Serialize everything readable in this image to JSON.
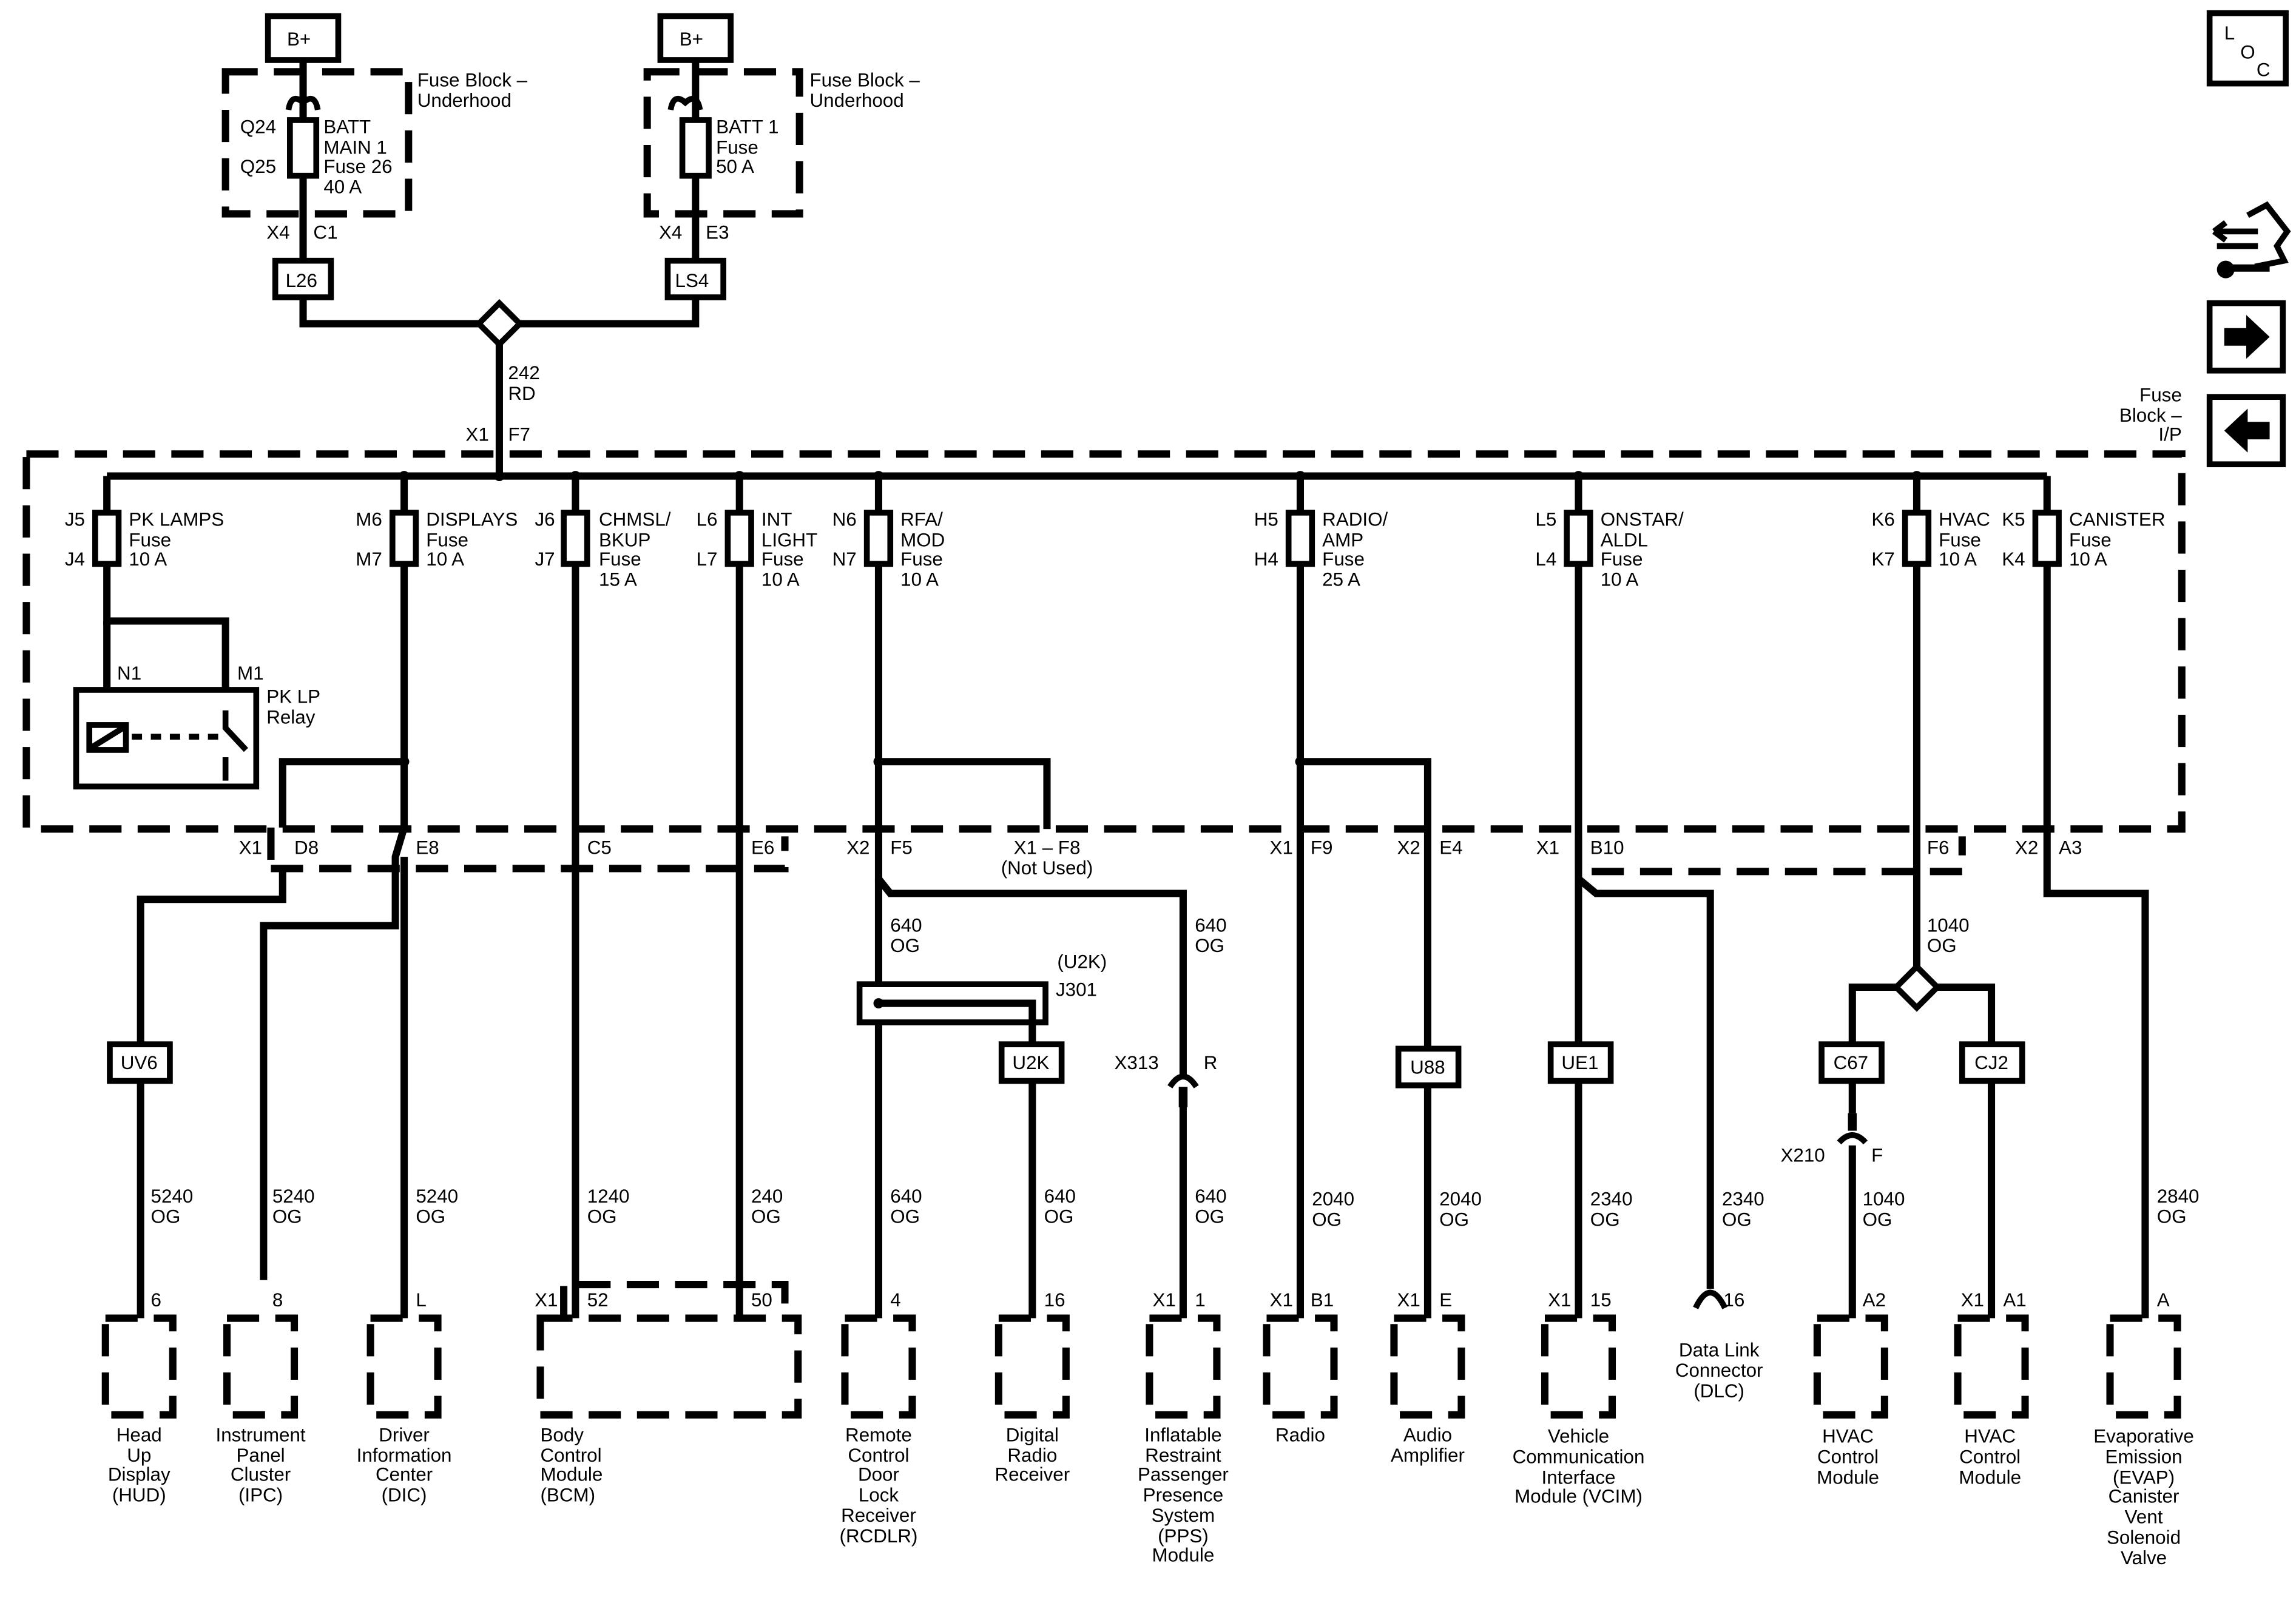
{
  "battery": {
    "label": "B+"
  },
  "fuse_block_underhood": {
    "label": [
      "Fuse Block –",
      "Underhood"
    ]
  },
  "fuse_block_ip": {
    "label": [
      "Fuse",
      "Block –",
      "I/P"
    ]
  },
  "top_fuses": [
    {
      "id": "main",
      "pins": [
        "Q24",
        "Q25"
      ],
      "label": [
        "BATT",
        "MAIN 1",
        "Fuse 26",
        "40 A"
      ],
      "conn": [
        "X4",
        "C1"
      ],
      "splice": "L26"
    },
    {
      "id": "batt1",
      "pins": [],
      "label": [
        "BATT 1",
        "Fuse",
        "50 A"
      ],
      "conn": [
        "X4",
        "E3"
      ],
      "splice": "LS4"
    }
  ],
  "feed": {
    "circuit": [
      "242",
      "RD"
    ],
    "conn": [
      "X1",
      "F7"
    ]
  },
  "ip_fuses": [
    {
      "pins": [
        "J5",
        "J4"
      ],
      "label": [
        "PK LAMPS",
        "Fuse",
        "10 A"
      ]
    },
    {
      "pins": [
        "M6",
        "M7"
      ],
      "label": [
        "DISPLAYS",
        "Fuse",
        "10 A"
      ]
    },
    {
      "pins": [
        "J6",
        "J7"
      ],
      "label": [
        "CHMSL/",
        "BKUP",
        "Fuse",
        "15 A"
      ]
    },
    {
      "pins": [
        "L6",
        "L7"
      ],
      "label": [
        "INT",
        "LIGHT",
        "Fuse",
        "10 A"
      ]
    },
    {
      "pins": [
        "N6",
        "N7"
      ],
      "label": [
        "RFA/",
        "MOD",
        "Fuse",
        "10 A"
      ]
    },
    {
      "pins": [
        "H5",
        "H4"
      ],
      "label": [
        "RADIO/",
        "AMP",
        "Fuse",
        "25 A"
      ]
    },
    {
      "pins": [
        "L5",
        "L4"
      ],
      "label": [
        "ONSTAR/",
        "ALDL",
        "Fuse",
        "10 A"
      ]
    },
    {
      "pins": [
        "K6",
        "K7"
      ],
      "label": [
        "HVAC",
        "Fuse",
        "10 A"
      ]
    },
    {
      "pins": [
        "K5",
        "K4"
      ],
      "label": [
        "CANISTER",
        "Fuse",
        "10 A"
      ]
    }
  ],
  "relay": {
    "pins": [
      "N1",
      "M1"
    ],
    "label": [
      "PK LP",
      "Relay"
    ]
  },
  "bottom_pins": [
    {
      "left": "X1",
      "right": "D8"
    },
    {
      "left": "",
      "right": "E8"
    },
    {
      "left": "",
      "right": "C5"
    },
    {
      "left": "",
      "right": "E6"
    },
    {
      "left": "X2",
      "right": "F5"
    },
    {
      "left": "",
      "right": "X1 – F8"
    },
    {
      "left": "X1",
      "right": "F9"
    },
    {
      "left": "X2",
      "right": "E4"
    },
    {
      "left": "X1",
      "right": "B10"
    },
    {
      "left": "",
      "right": "F6"
    },
    {
      "left": "X2",
      "right": "A3"
    }
  ],
  "not_used": "(Not Used)",
  "mid_circuits": [
    {
      "id": "rfa",
      "text": [
        "640",
        "OG"
      ]
    },
    {
      "id": "rfa2",
      "text": [
        "640",
        "OG"
      ]
    },
    {
      "id": "hvac",
      "text": [
        "1040",
        "OG"
      ]
    }
  ],
  "j301": {
    "label": "J301",
    "note": "(U2K)"
  },
  "x313": {
    "conn": "X313",
    "pin": "R"
  },
  "x210": {
    "conn": "X210",
    "pin": "F"
  },
  "options": [
    "UV6",
    "U2K",
    "U88",
    "UE1",
    "C67",
    "CJ2"
  ],
  "wires": [
    {
      "circuit": [
        "5240",
        "OG"
      ],
      "pin_left": "",
      "pin_right": "6",
      "device": [
        "Head",
        "Up",
        "Display",
        "(HUD)"
      ]
    },
    {
      "circuit": [
        "5240",
        "OG"
      ],
      "pin_left": "",
      "pin_right": "8",
      "device": [
        "Instrument",
        "Panel",
        "Cluster",
        "(IPC)"
      ]
    },
    {
      "circuit": [
        "5240",
        "OG"
      ],
      "pin_left": "",
      "pin_right": "L",
      "device": [
        "Driver",
        "Information",
        "Center",
        "(DIC)"
      ]
    },
    {
      "circuit": [
        "1240",
        "OG"
      ],
      "pin_left": "X1",
      "pin_right": "52",
      "device": [
        "Body",
        "Control",
        "Module",
        "(BCM)"
      ]
    },
    {
      "circuit": [
        "240",
        "OG"
      ],
      "pin_left": "",
      "pin_right": "50",
      "device": []
    },
    {
      "circuit": [
        "640",
        "OG"
      ],
      "pin_left": "",
      "pin_right": "4",
      "device": [
        "Remote",
        "Control",
        "Door",
        "Lock",
        "Receiver",
        "(RCDLR)"
      ]
    },
    {
      "circuit": [
        "640",
        "OG"
      ],
      "pin_left": "",
      "pin_right": "16",
      "device": [
        "Digital",
        "Radio",
        "Receiver"
      ]
    },
    {
      "circuit": [
        "640",
        "OG"
      ],
      "pin_left": "X1",
      "pin_right": "1",
      "device": [
        "Inflatable",
        "Restraint",
        "Passenger",
        "Presence",
        "System",
        "(PPS)",
        "Module"
      ]
    },
    {
      "circuit": [
        "2040",
        "OG"
      ],
      "pin_left": "X1",
      "pin_right": "B1",
      "device": [
        "Radio"
      ]
    },
    {
      "circuit": [
        "2040",
        "OG"
      ],
      "pin_left": "X1",
      "pin_right": "E",
      "device": [
        "Audio",
        "Amplifier"
      ]
    },
    {
      "circuit": [
        "2340",
        "OG"
      ],
      "pin_left": "X1",
      "pin_right": "15",
      "device": [
        "Vehicle",
        "Communication",
        "Interface",
        "Module (VCIM)"
      ]
    },
    {
      "circuit": [
        "2340",
        "OG"
      ],
      "pin_left": "",
      "pin_right": "16",
      "device": [
        "Data Link",
        "Connector",
        "(DLC)"
      ]
    },
    {
      "circuit": [
        "1040",
        "OG"
      ],
      "pin_left": "",
      "pin_right": "A2",
      "device": [
        "HVAC",
        "Control",
        "Module"
      ]
    },
    {
      "circuit": [],
      "pin_left": "X1",
      "pin_right": "A1",
      "device": [
        "HVAC",
        "Control",
        "Module"
      ]
    },
    {
      "circuit": [
        "2840",
        "OG"
      ],
      "pin_left": "",
      "pin_right": "A",
      "device": [
        "Evaporative",
        "Emission",
        "(EVAP)",
        "Canister",
        "Vent",
        "Solenoid",
        "Valve"
      ]
    }
  ],
  "nav": {
    "loc": [
      "L",
      "O",
      "C"
    ],
    "icons": [
      "component-locator-icon",
      "next-page-icon",
      "previous-page-icon"
    ]
  }
}
